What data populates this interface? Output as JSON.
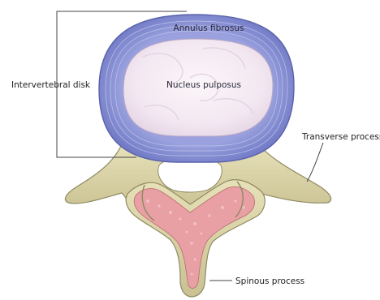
{
  "figure": {
    "labels": {
      "annulus": "Annulus fibrosus",
      "nucleus": "Nucleus pulposus",
      "disk": "Intervertebral disk",
      "transverse": "Transverse process",
      "spinous": "Spinous process"
    }
  },
  "colors": {
    "background": "#ffffff",
    "annulus": "#8a92d6",
    "annulus_ring_lines": "#c8ccf0",
    "nucleus": "#f6eef4",
    "bone": "#ddd6a8",
    "bone_outline": "#8f8a63",
    "marrow": "#e8a0a4",
    "leader": "#444444"
  }
}
